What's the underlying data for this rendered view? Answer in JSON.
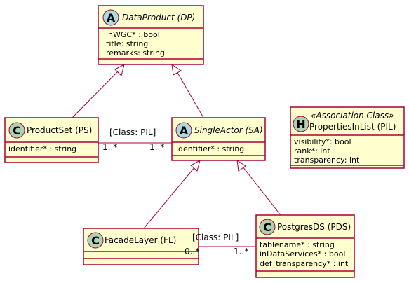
{
  "diagram": {
    "classes": {
      "dp": {
        "kind_glyph": "A",
        "name": "DataProduct (DP)",
        "attributes": [
          "inWGC* : bool",
          "title: string",
          "remarks: string"
        ]
      },
      "ps": {
        "kind_glyph": "C",
        "name": "ProductSet (PS)",
        "attributes": [
          "identifier* : string"
        ]
      },
      "sa": {
        "kind_glyph": "A",
        "name": "SingleActor (SA)",
        "attributes": [
          "identifier* : string"
        ]
      },
      "pil": {
        "kind_glyph": "H",
        "stereotype": "«Association Class»",
        "name": "PropertiesInList (PIL)",
        "attributes": [
          "visibility*: bool",
          "rank*: int",
          "transparency: int"
        ]
      },
      "fl": {
        "kind_glyph": "C",
        "name": "FacadeLayer (FL)",
        "attributes": []
      },
      "pds": {
        "kind_glyph": "C",
        "name": "PostgresDS (PDS)",
        "attributes": [
          "tablename* : string",
          "inDataServices* : bool",
          "def_transparency* : int"
        ]
      }
    },
    "associations": {
      "ps_sa": {
        "label": "[Class: PIL]",
        "mult_left": "1..*",
        "mult_right": "1..*"
      },
      "fl_pds": {
        "label": "[Class: PIL]",
        "mult_left": "0..*",
        "mult_right": "1..*"
      }
    },
    "colors": {
      "class_fill": "#FEFECE",
      "border": "#A80036",
      "abstract_circle": "#A9DCDF",
      "class_circle": "#ADD1B2"
    }
  }
}
